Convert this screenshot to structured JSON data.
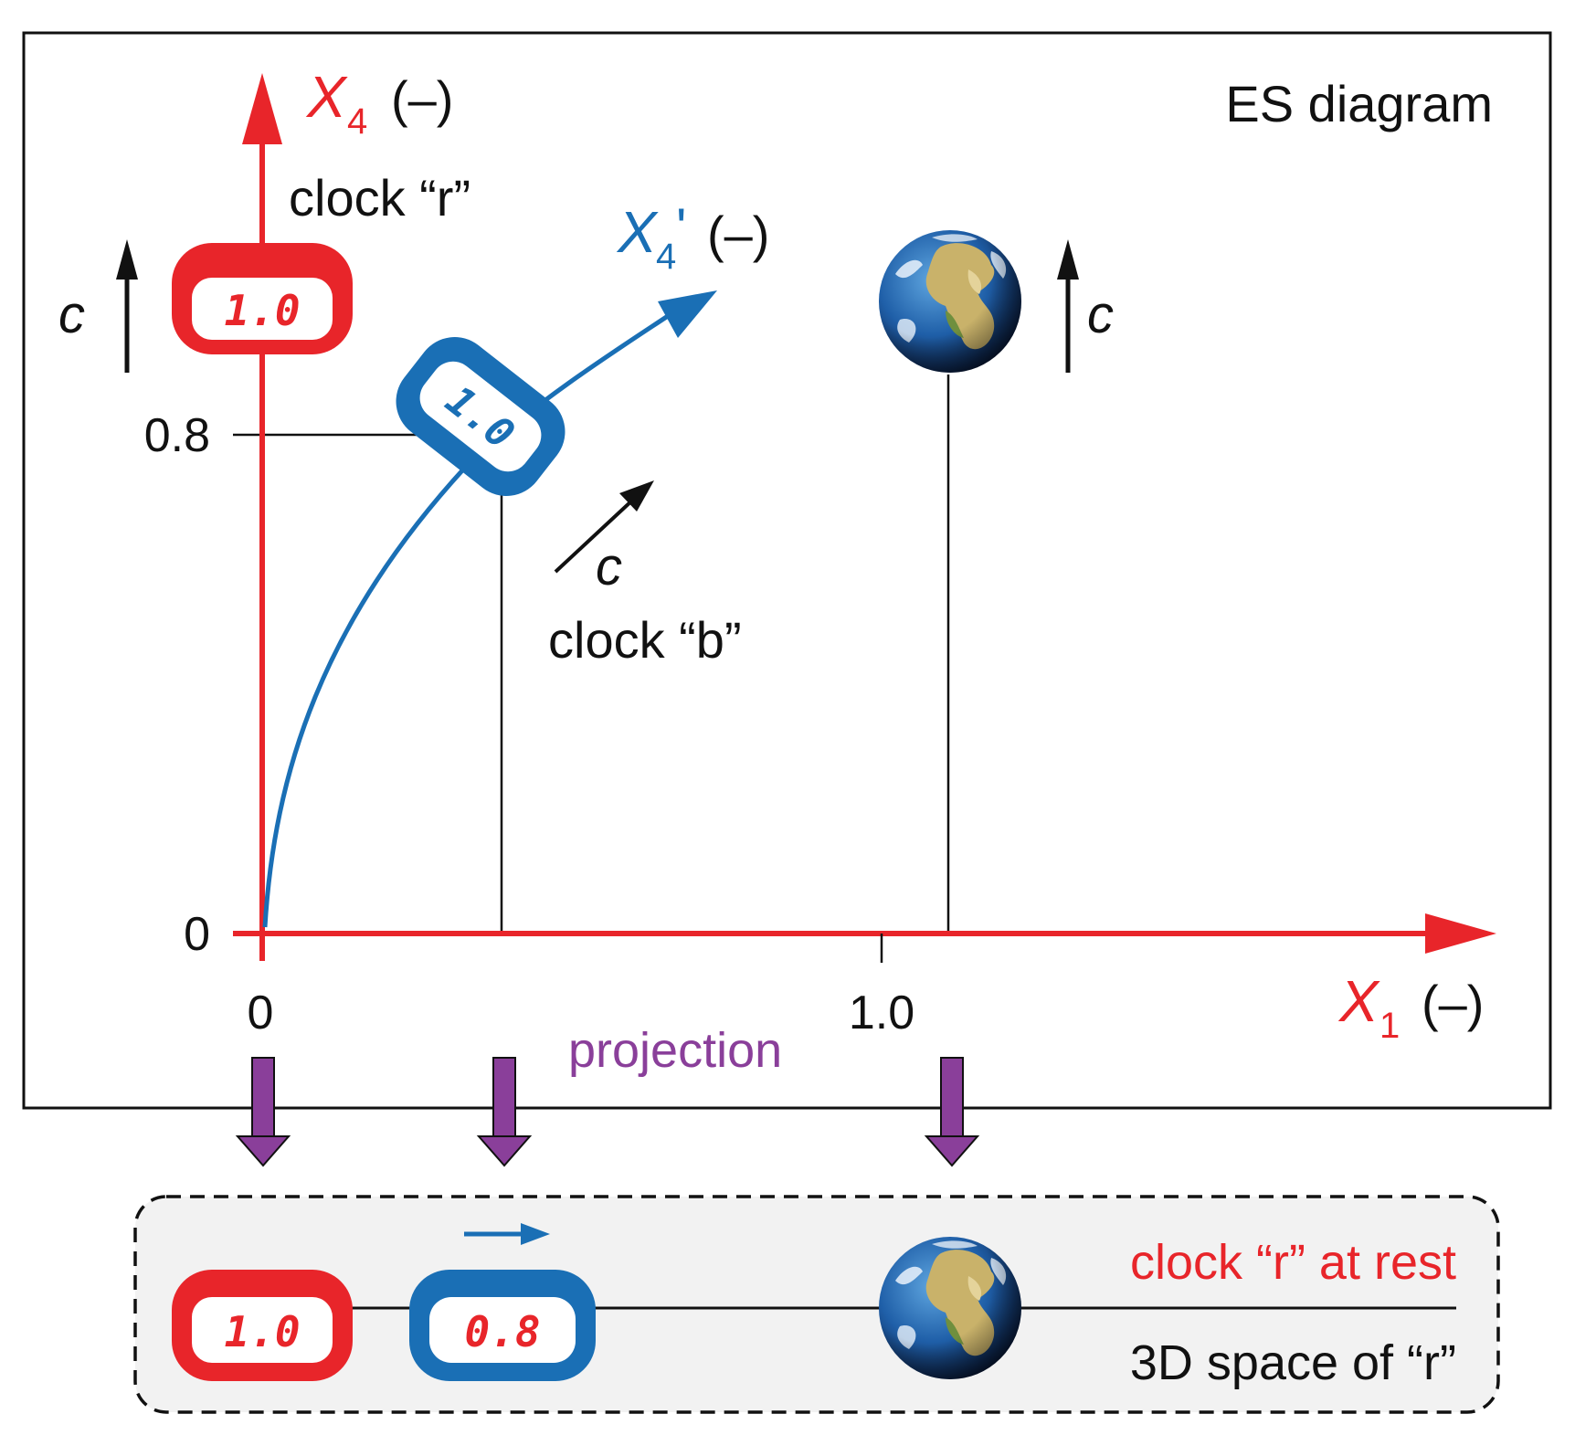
{
  "title": "ES diagram",
  "axes": {
    "x1": {
      "symbol": "X",
      "subscript": "1",
      "unit": "(–)",
      "ticks": [
        "0",
        "1.0"
      ]
    },
    "x4": {
      "symbol": "X",
      "subscript": "4",
      "unit": "(–)",
      "ticks": [
        "0",
        "0.8"
      ]
    },
    "x4prime": {
      "symbol": "X",
      "subscript": "4",
      "prime": "'",
      "unit": "(–)"
    }
  },
  "speed_label": "c",
  "clock_r": {
    "label": "clock “r”",
    "display": "1.0"
  },
  "clock_b": {
    "label": "clock “b”",
    "display": "1.0"
  },
  "projection_label": "projection",
  "space_panel": {
    "clock_r_display": "1.0",
    "clock_b_display": "0.8",
    "label_top": "clock “r” at rest",
    "label_bottom": "3D space of “r”"
  },
  "colors": {
    "red": "#e8252a",
    "blue": "#1a6fb5",
    "purple": "#8a3f9a",
    "black": "#111111",
    "panel_bg": "#f2f2f2"
  },
  "icons": [
    "earth-icon",
    "arrow-up-icon",
    "arrow-diag-icon",
    "arrow-down-icon",
    "arrow-right-icon"
  ]
}
